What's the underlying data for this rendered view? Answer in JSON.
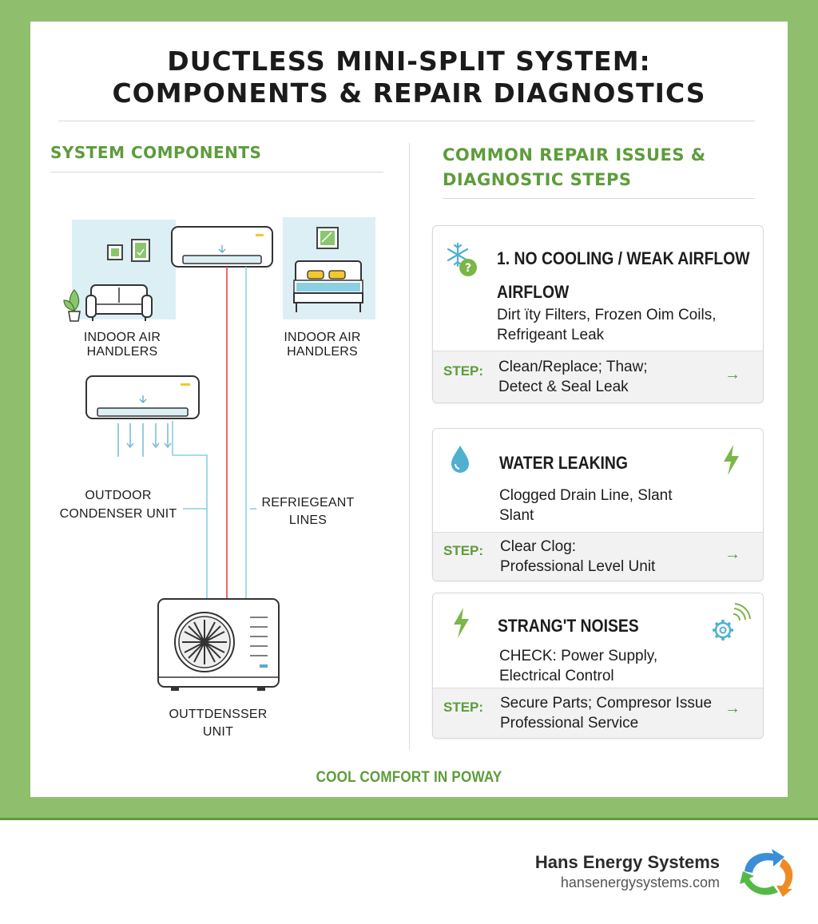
{
  "title": {
    "line1": "DUCTLESS MINI-SPLIT SYSTEM:",
    "line2": "COMPONENTS & REPAIR DIAGNOSTICS"
  },
  "components": {
    "heading": "SYSTEM COMPONENTS",
    "labels": {
      "indoor_left": "INDOOR AIR HANDLERS",
      "indoor_right": "INDOOR AIR HANDLERS",
      "outdoor_line1": "OUTDOOR",
      "outdoor_line2": "CONDENSER UNIT",
      "refrigerant_line1": "REFRIEGEANT",
      "refrigerant_line2": "LINES",
      "outdoor_unit_line1": "OUTTDENSSER",
      "outdoor_unit_line2": "UNIT"
    }
  },
  "repairs": {
    "heading_line1": "COMMON REPAIR ISSUES &",
    "heading_line2": "DIAGNOSTIC STEPS",
    "cards": [
      {
        "title_line1": "1. NO COOLING / WEAK AIRFLOW",
        "title_line2": "AIRFLOW",
        "body_line1": "Dirt їty Filters, Frozen Oim Coils,",
        "body_line2": "Refrigeant Leak",
        "step_label": "STEP:",
        "step_line1": "Clean/Replace; Thaw;",
        "step_line2": "Detect & Seal Leak",
        "arrow": "→"
      },
      {
        "title_line1": "WATER LEAKING",
        "body_line1": "Clogged Drain Line, Slant",
        "body_line2": "Slant",
        "step_label": "STEP:",
        "step_line1": "Clear Clog:",
        "step_line2": "Professional Level Unit",
        "arrow": "→"
      },
      {
        "title_line1": "STRANG'T NOISES",
        "body_line1": "CHECK: Power Supply,",
        "body_line2": "Electrical Control",
        "step_label": "STEP:",
        "step_line1": "Secure Parts; Compresor Issue",
        "step_line2": "Professional Service",
        "arrow": "→"
      }
    ]
  },
  "tagline": "COOL COMFORT IN POWAY",
  "brand": {
    "name": "Hans Energy Systems",
    "url": "hansenergysystems.com"
  },
  "colors": {
    "green": "#5d9c3b",
    "border_green": "#8fbf6c",
    "light_blue": "#dceff4",
    "refrigerant_red": "#e8463c",
    "refrigerant_blue": "#8ccfe3",
    "accent_yellow": "#f2c82e"
  },
  "icons": [
    "snowflake-question-icon",
    "water-drop-icon",
    "lightning-bolt-icon",
    "gear-signal-icon",
    "arrow-right-icon",
    "recycle-logo-icon"
  ]
}
